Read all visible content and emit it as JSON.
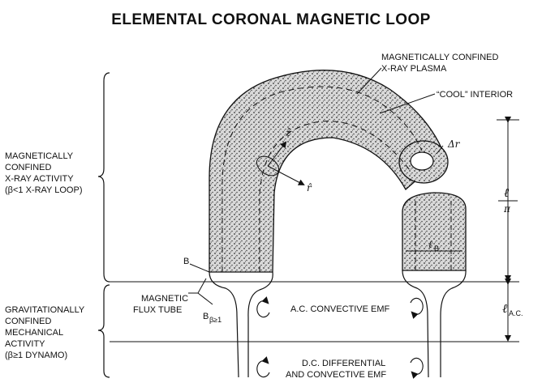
{
  "title": "ELEMENTAL CORONAL MAGNETIC LOOP",
  "left_labels": {
    "upper": [
      "MAGNETICALLY",
      "CONFINED",
      "X-RAY ACTIVITY",
      "(β<1 X-RAY LOOP)"
    ],
    "lower": [
      "GRAVITATIONALLY",
      "CONFINED",
      "MECHANICAL",
      "ACTIVITY",
      "(β≥1 DYNAMO)"
    ]
  },
  "annotations": {
    "plasma": [
      "MAGNETICALLY CONFINED",
      "X-RAY PLASMA"
    ],
    "cool_interior": "“COOL” INTERIOR",
    "delta_r": "Δr",
    "z_hat": "ẑ",
    "r_hat": "r̂",
    "field_b": "B",
    "flux_tube": [
      "MAGNETIC",
      "FLUX TUBE"
    ],
    "b_beta": "B",
    "b_beta_sub": "β≥1",
    "ac_emf": "A.C. CONVECTIVE EMF",
    "dc_emf": [
      "D.C. DIFFERENTIAL",
      "AND CONVECTIVE EMF"
    ],
    "ell_b": "ℓ",
    "ell_b_sub": "B",
    "ell_num": "ℓ",
    "ell_den": "π",
    "ell_ac": "ℓ",
    "ell_ac_sub": "A.C."
  }
}
